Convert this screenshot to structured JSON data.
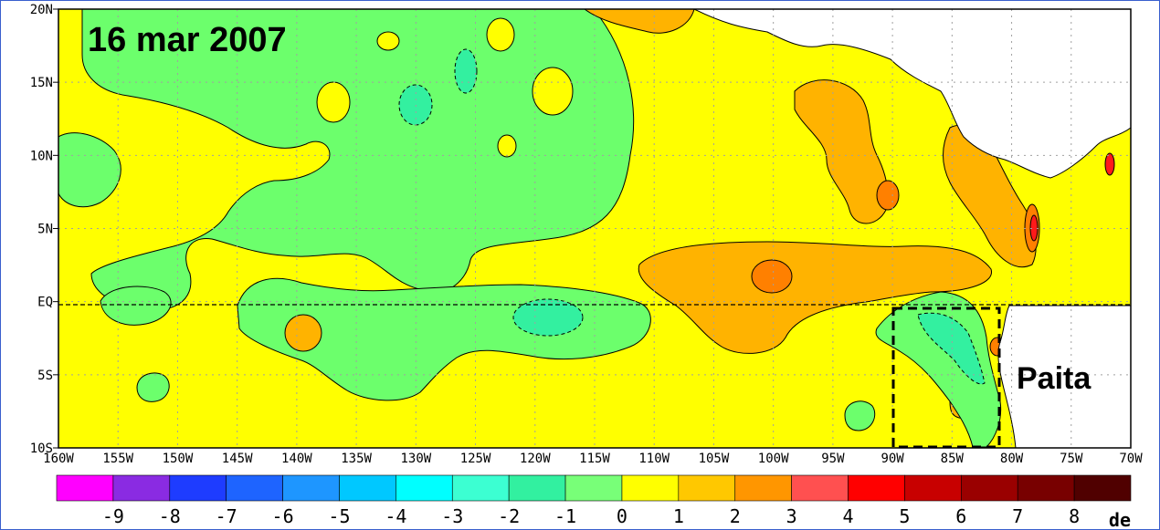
{
  "title": "16 mar 2007",
  "place_label": "Paita",
  "lat_labels": [
    "20N",
    "15N",
    "10N",
    "5N",
    "EQ",
    "5S",
    "10S"
  ],
  "lon_labels": [
    "160W",
    "155W",
    "150W",
    "145W",
    "140W",
    "135W",
    "130W",
    "125W",
    "120W",
    "115W",
    "110W",
    "105W",
    "100W",
    "95W",
    "90W",
    "85W",
    "80W",
    "75W",
    "70W"
  ],
  "colorbar": {
    "colors": [
      "#ff00ff",
      "#8a2be2",
      "#1e3cff",
      "#1e64ff",
      "#1e96ff",
      "#00c8ff",
      "#00ffff",
      "#3cffd2",
      "#32f0a0",
      "#78ff78",
      "#ffff00",
      "#ffc800",
      "#ff9600",
      "#ff5050",
      "#ff0000",
      "#c80000",
      "#9a0000",
      "#780000",
      "#500000"
    ],
    "labels": [
      "-9",
      "-8",
      "-7",
      "-6",
      "-5",
      "-4",
      "-3",
      "-2",
      "-1",
      "0",
      "1",
      "2",
      "3",
      "4",
      "5",
      "6",
      "7",
      "8"
    ],
    "units": "de"
  },
  "colors": {
    "warm1": "#ffff00",
    "cool1": "#6cff6c",
    "cool2": "#33f0a0",
    "warm2": "#ffb300",
    "warm3": "#ff8000",
    "warm5": "#ff1a1a",
    "land": "#ffffff"
  }
}
